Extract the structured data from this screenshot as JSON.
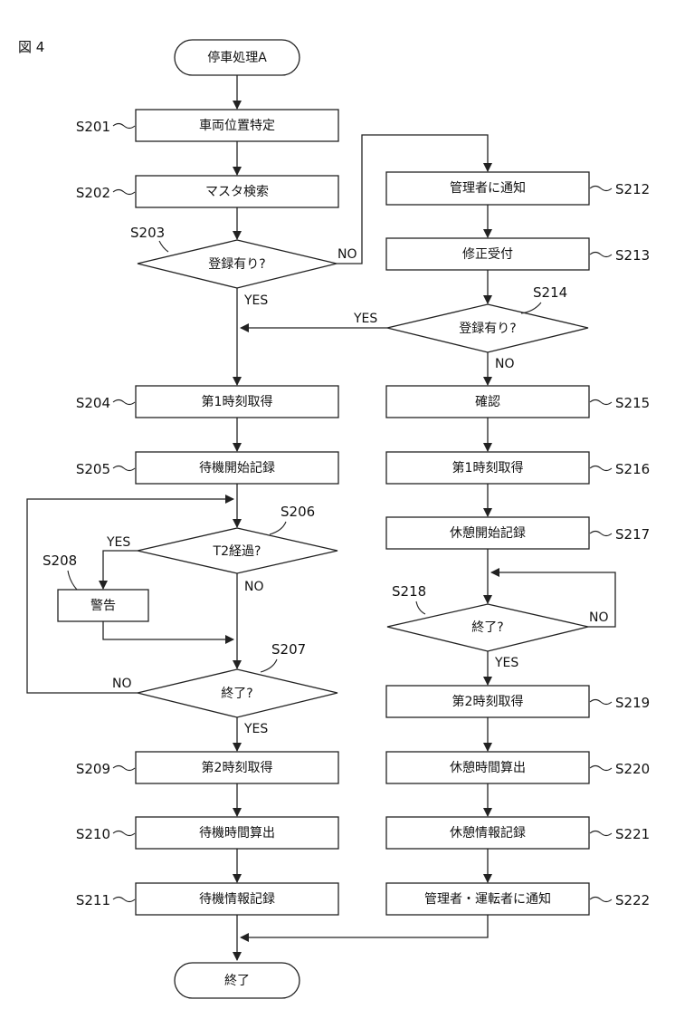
{
  "figure_label": "図 4",
  "terminals": {
    "start": "停車処理A",
    "end": "終了"
  },
  "steps": {
    "s201": {
      "id": "S201",
      "text": "車両位置特定"
    },
    "s202": {
      "id": "S202",
      "text": "マスタ検索"
    },
    "s203": {
      "id": "S203",
      "text": "登録有り?"
    },
    "s204": {
      "id": "S204",
      "text": "第1時刻取得"
    },
    "s205": {
      "id": "S205",
      "text": "待機開始記録"
    },
    "s206": {
      "id": "S206",
      "text": "T2経過?"
    },
    "s207": {
      "id": "S207",
      "text": "終了?"
    },
    "s208": {
      "id": "S208",
      "text": "警告"
    },
    "s209": {
      "id": "S209",
      "text": "第2時刻取得"
    },
    "s210": {
      "id": "S210",
      "text": "待機時間算出"
    },
    "s211": {
      "id": "S211",
      "text": "待機情報記録"
    },
    "s212": {
      "id": "S212",
      "text": "管理者に通知"
    },
    "s213": {
      "id": "S213",
      "text": "修正受付"
    },
    "s214": {
      "id": "S214",
      "text": "登録有り?"
    },
    "s215": {
      "id": "S215",
      "text": "確認"
    },
    "s216": {
      "id": "S216",
      "text": "第1時刻取得"
    },
    "s217": {
      "id": "S217",
      "text": "休憩開始記録"
    },
    "s218": {
      "id": "S218",
      "text": "終了?"
    },
    "s219": {
      "id": "S219",
      "text": "第2時刻取得"
    },
    "s220": {
      "id": "S220",
      "text": "休憩時間算出"
    },
    "s221": {
      "id": "S221",
      "text": "休憩情報記録"
    },
    "s222": {
      "id": "S222",
      "text": "管理者・運転者に通知"
    }
  },
  "edge_labels": {
    "s203_no": "NO",
    "s203_yes": "YES",
    "s214_yes": "YES",
    "s214_no": "NO",
    "s206_yes": "YES",
    "s206_no": "NO",
    "s207_no": "NO",
    "s207_yes": "YES",
    "s218_no": "NO",
    "s218_yes": "YES"
  }
}
